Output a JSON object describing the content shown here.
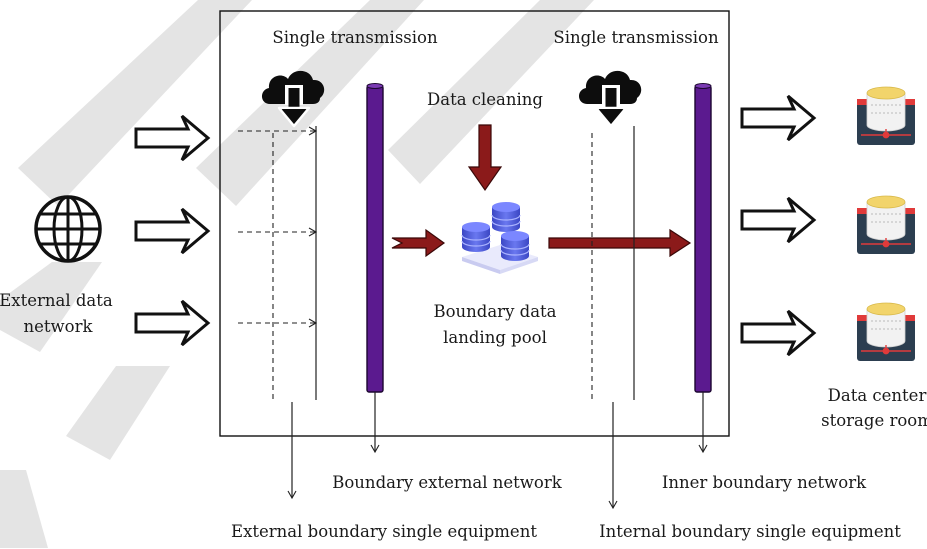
{
  "labels": {
    "single_transmission_left": "Single transmission",
    "single_transmission_right": "Single transmission",
    "data_cleaning": "Data cleaning",
    "external_network_line1": "External data",
    "external_network_line2": "network",
    "landing_pool_line1": "Boundary data",
    "landing_pool_line2": "landing pool",
    "data_center_line1": "Data center",
    "data_center_line2": "storage room",
    "boundary_external_network": "Boundary external network",
    "inner_boundary_network": "Inner boundary network",
    "external_boundary_equipment": "External boundary single equipment",
    "internal_boundary_equipment": "Internal boundary single equipment"
  },
  "icons": {
    "globe": "globe-icon",
    "cloud_download": "cloud-download-icon",
    "database": "database-stack-icon",
    "server": "server-icon"
  },
  "colors": {
    "purple_bar": "#5b1a8f",
    "dark_red_arrow": "#8b1a1a",
    "watermark": "#e4e4e4",
    "db_blue": "#4a5bd4",
    "server_base": "#2c3e50",
    "server_red": "#e03a3a",
    "server_top": "#f2d46b"
  }
}
